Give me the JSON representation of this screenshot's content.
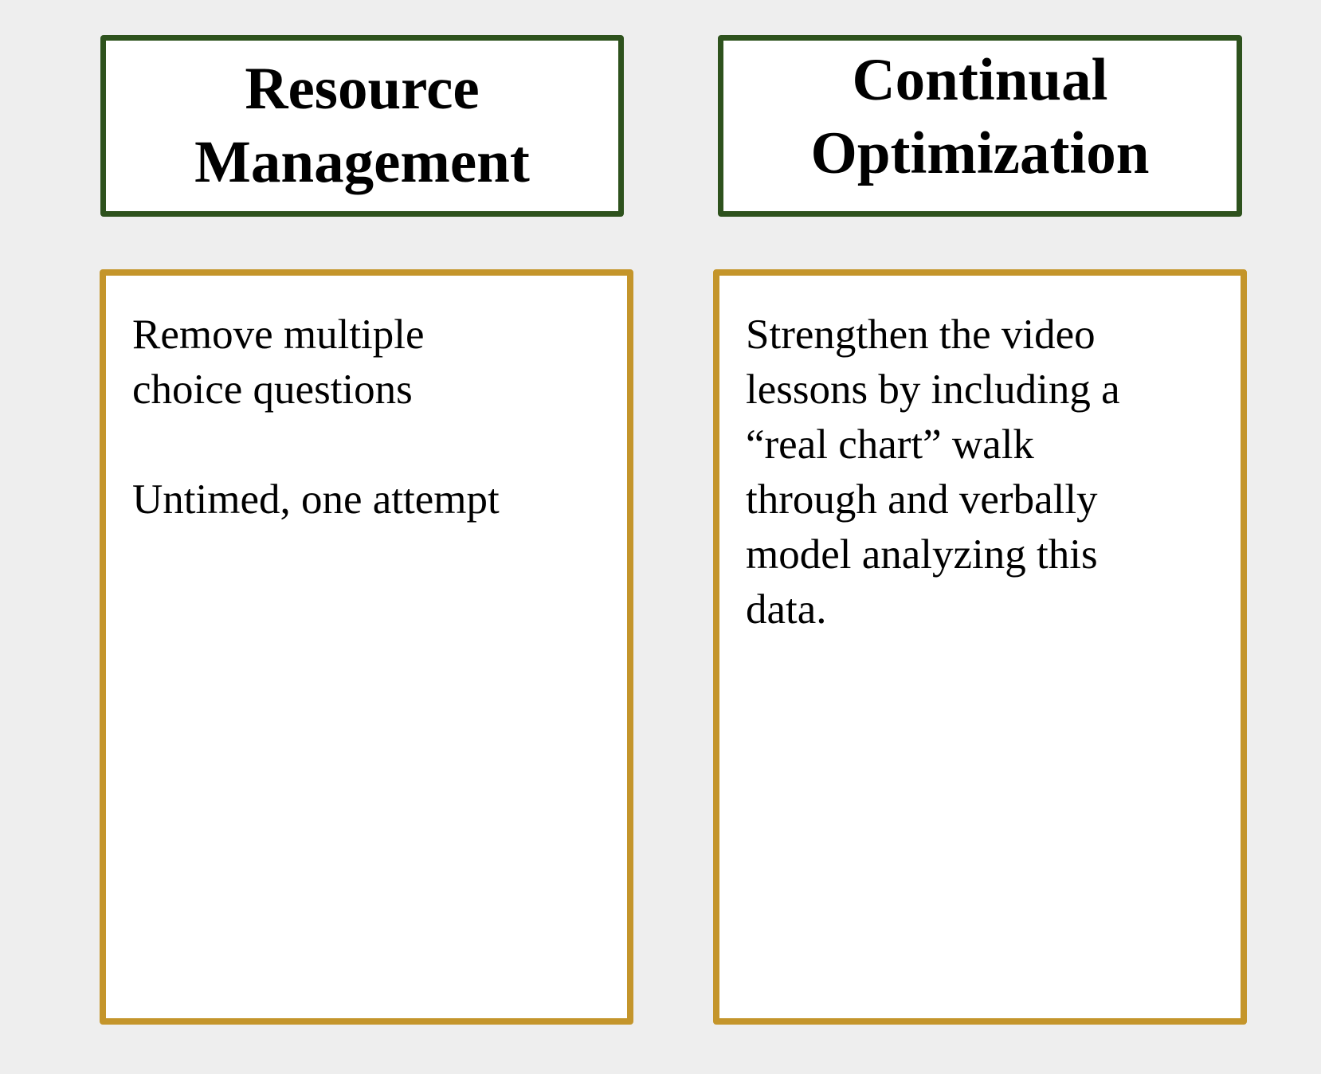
{
  "colors": {
    "background": "#eeeeee",
    "header_border": "#2e521d",
    "content_border": "#c4952b"
  },
  "left": {
    "title_lines": [
      "Resource",
      "Management"
    ],
    "paragraphs": [
      [
        "Remove multiple",
        "choice questions"
      ],
      [
        "Untimed, one attempt"
      ]
    ]
  },
  "right": {
    "title_lines": [
      "Continual",
      "Optimization"
    ],
    "paragraphs": [
      [
        "Strengthen the video",
        "lessons by including a",
        "“real chart” walk",
        "through and verbally",
        "model analyzing this",
        "data."
      ]
    ]
  }
}
